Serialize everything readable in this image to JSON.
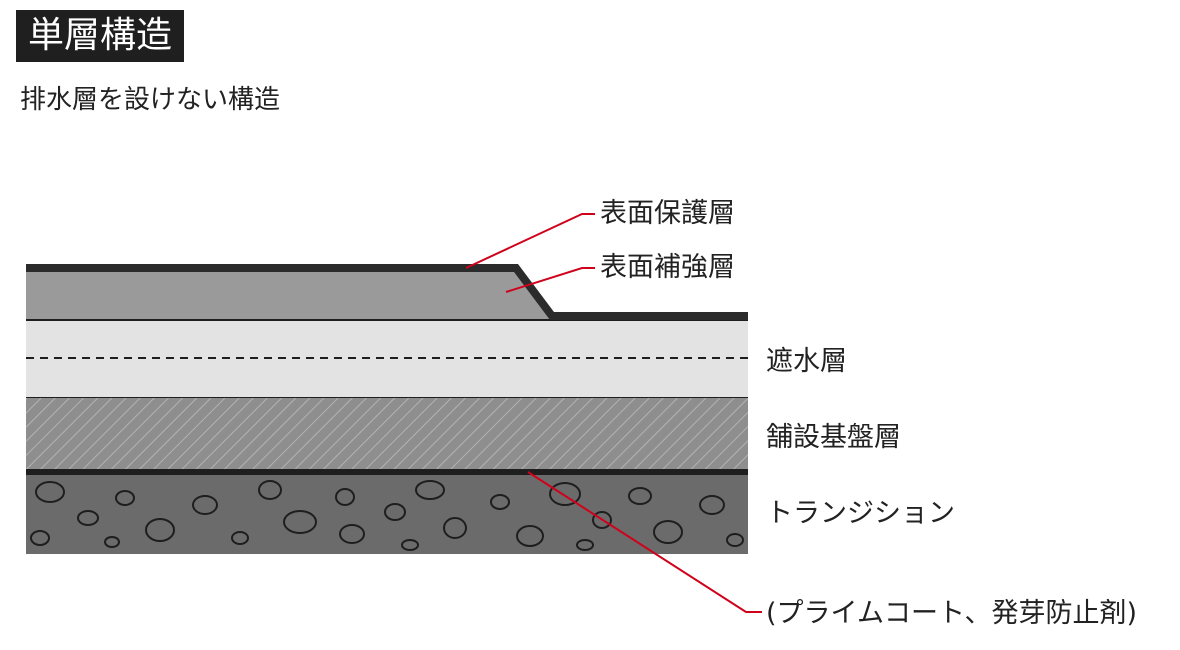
{
  "title": "単層構造",
  "subtitle": "排水層を設けない構造",
  "layers": {
    "protection": "表面保護層",
    "reinforcement": "表面補強層",
    "waterproof": "遮水層",
    "base": "舗設基盤層",
    "transition": "トランジション",
    "primer": "(プライムコート、発芽防止剤)"
  },
  "colors": {
    "dark": "#2b2b2b",
    "reinforcement_fill": "#9a9a9a",
    "waterproof_fill": "#e3e3e3",
    "base_fill": "#8e8e8e",
    "transition_fill": "#6b6b6b",
    "leader": "#d0021b"
  }
}
